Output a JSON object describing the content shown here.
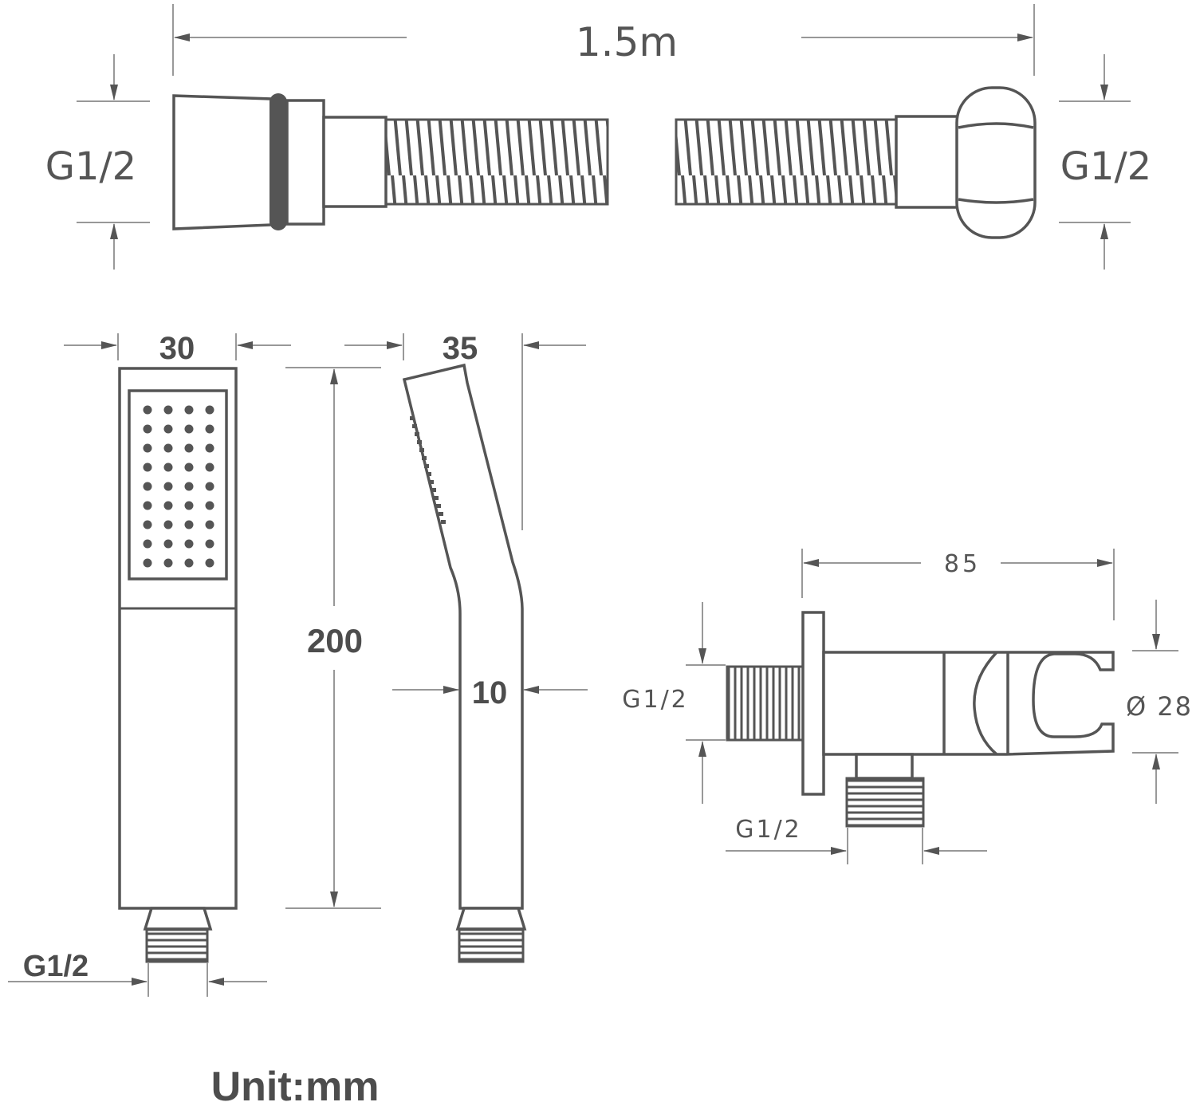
{
  "hose": {
    "length_label": "1.5m",
    "left_thread_label": "G1/2",
    "right_thread_label": "G1/2"
  },
  "hand_shower": {
    "width_label": "30",
    "depth_label": "35",
    "height_label": "200",
    "neck_label": "10",
    "thread_label": "G1/2"
  },
  "wall_bracket": {
    "length_label": "85",
    "inlet_thread_label": "G1/2",
    "outlet_thread_label": "G1/2",
    "holder_diameter_label": "Ø 28"
  },
  "unit_label": "Unit:mm",
  "colors": {
    "line": "#555555",
    "background": "#ffffff"
  }
}
